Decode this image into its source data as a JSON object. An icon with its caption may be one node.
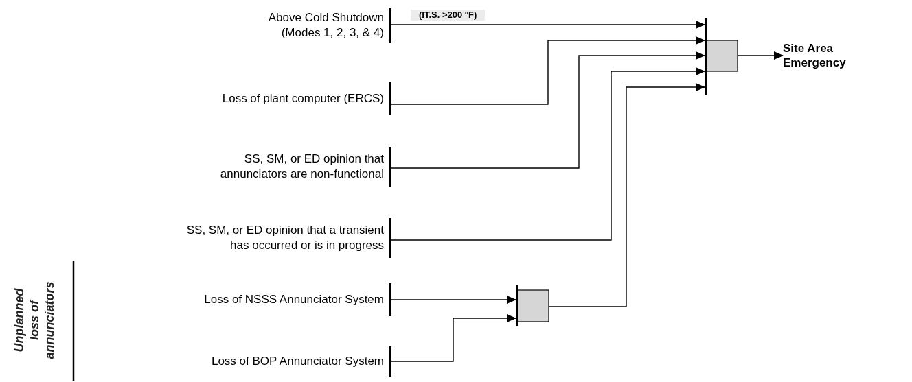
{
  "diagram": {
    "nodes": [
      {
        "text": [
          "Above Cold Shutdown (Modes 1, 2, 3, & 4)"
        ]
      },
      {
        "text": [
          "Loss of plant computer (ERCS)"
        ]
      },
      {
        "text": [
          "SS, SM, or ED opinion that annunciators are non-functional"
        ]
      },
      {
        "text": [
          "SS, SM, or ED opinion that a transient has occurred or is in progress"
        ]
      },
      {
        "text": [
          "Loss of NSSS Annunciator System"
        ]
      },
      {
        "text": [
          "Loss of BOP Annunciator System"
        ]
      },
      {
        "text": [],
        "shape": "box"
      },
      {
        "text": [],
        "shape": "box"
      },
      {
        "text": [
          "Site Area Emergency"
        ]
      }
    ],
    "edges": [
      {
        "from": 0,
        "to": 6,
        "arrow": "to",
        "label": "(IT.S. >200 °F)"
      },
      {
        "from": 1,
        "to": 6,
        "arrow": "to"
      },
      {
        "from": 2,
        "to": 6,
        "arrow": "to"
      },
      {
        "from": 3,
        "to": 6,
        "arrow": "to"
      },
      {
        "from": 7,
        "to": 6,
        "arrow": "to"
      },
      {
        "from": 4,
        "to": 7,
        "arrow": "to"
      },
      {
        "from": 5,
        "to": 7,
        "arrow": "to"
      },
      {
        "from": 6,
        "to": 8,
        "arrow": "to"
      }
    ],
    "labels": [
      "Unplanned loss of annunciators"
    ]
  }
}
